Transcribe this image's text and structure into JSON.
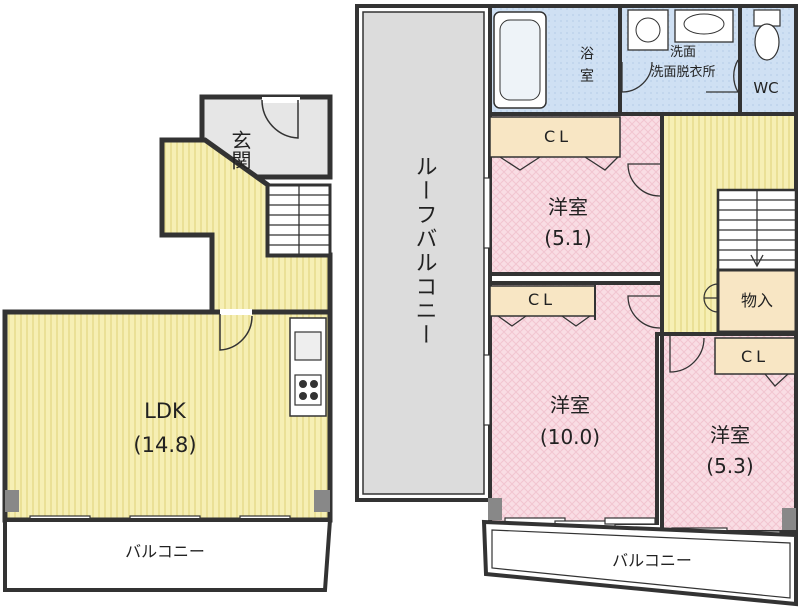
{
  "rooms": {
    "genkan": "玄関",
    "ldk_name": "LDK",
    "ldk_size": "(14.8)",
    "balcony_left": "バルコニー",
    "roof_balcony": "ルーフバルコニー",
    "bath": "浴室",
    "washroom": "洗面脱衣所",
    "wc": "WC",
    "cl_top": "CL",
    "room1_name": "洋室",
    "room1_size": "(5.1)",
    "cl_mid": "CL",
    "room2_name": "洋室",
    "room2_size": "(10.0)",
    "storage": "物入",
    "cl_small": "CL",
    "room3_name": "洋室",
    "room3_size": "(5.3)",
    "balcony_right": "バルコニー"
  },
  "colors": {
    "floor_wood": "#f6efb4",
    "floor_stripe": "#e7dc8f",
    "room_pink": "#f9dde4",
    "room_pink_pattern": "#f1c5d0",
    "bath_blue": "#cfe0f3",
    "hall_grey": "#e6e6e6",
    "roof_grey": "#dcdcdc",
    "closet_beige": "#f8e6c4",
    "wall": "#333333"
  }
}
